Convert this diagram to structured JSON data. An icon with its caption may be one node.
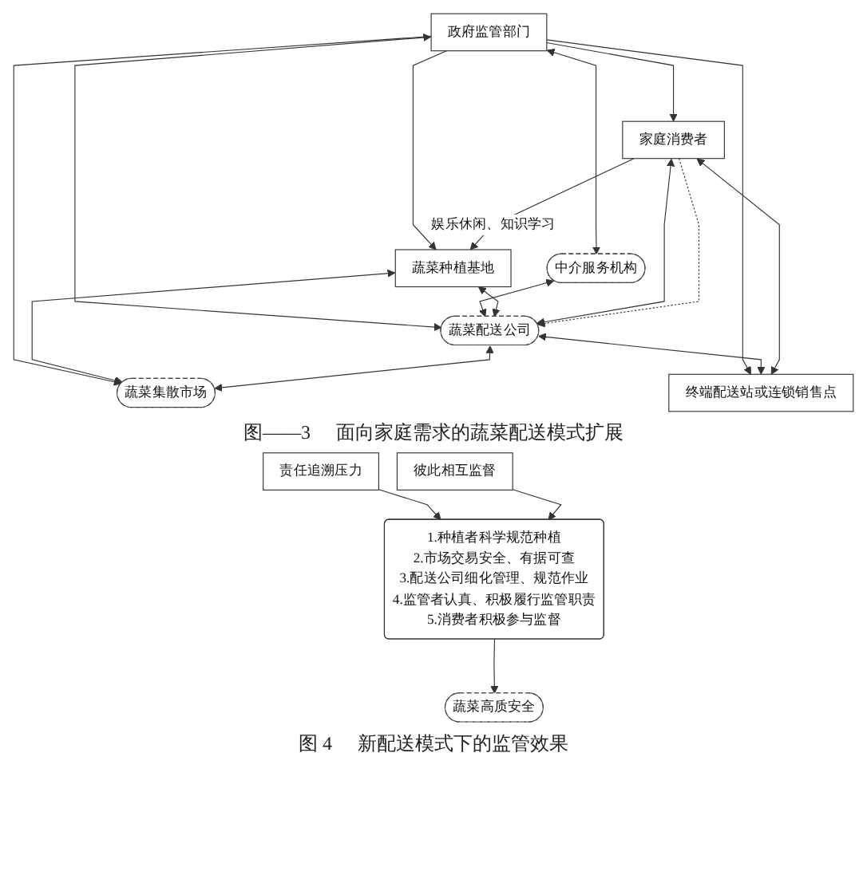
{
  "diagram": {
    "nodes": [
      {
        "text": [
          "政府监管部门"
        ]
      },
      {
        "text": [
          "中介服务机构"
        ]
      },
      {
        "text": [
          "蔬菜集散市场"
        ]
      },
      {
        "text": [
          "蔬菜种植基地"
        ]
      },
      {
        "text": [
          "蔬菜配送公司"
        ]
      },
      {
        "text": [
          "终端配送站或连锁销售点"
        ]
      },
      {
        "text": [
          "家庭消费者"
        ]
      },
      {
        "text": [
          "责任追溯压力"
        ]
      },
      {
        "text": [
          "1.种植者科学规范种植",
          "2.市场交易安全、有据可查",
          "3.配送公司细化管理、规范作业",
          "4.监管者认真、积极履行监管职责",
          "5.消费者积极参与监督"
        ]
      },
      {
        "text": [
          "彼此相互监督"
        ]
      },
      {
        "text": [
          "蔬菜高质安全"
        ]
      }
    ],
    "edges": [
      {
        "from": 0,
        "to": 1,
        "arrow": "both"
      },
      {
        "from": 0,
        "to": 4,
        "arrow": "both"
      },
      {
        "from": 1,
        "to": 4,
        "arrow": "both"
      },
      {
        "from": 0,
        "to": 3,
        "arrow": "to"
      },
      {
        "from": 0,
        "to": 2,
        "arrow": "to"
      },
      {
        "from": 0,
        "to": 5,
        "arrow": "to"
      },
      {
        "from": 0,
        "to": 6,
        "arrow": "to"
      },
      {
        "from": 3,
        "to": 2,
        "arrow": "both"
      },
      {
        "from": 4,
        "to": 2,
        "arrow": "both"
      },
      {
        "from": 3,
        "to": 4,
        "arrow": "both"
      },
      {
        "from": 4,
        "to": 5,
        "arrow": "both"
      },
      {
        "from": 6,
        "to": 5,
        "arrow": "both"
      },
      {
        "from": 6,
        "to": 4,
        "arrow": "both"
      },
      {
        "from": 6,
        "to": 3,
        "arrow": "to",
        "label": "娱乐休闲、知识学习"
      },
      {
        "from": 6,
        "to": 4,
        "arrow": "to",
        "style": "dashed"
      },
      {
        "from": 7,
        "to": 8,
        "arrow": "to"
      },
      {
        "from": 9,
        "to": 8,
        "arrow": "to"
      },
      {
        "from": 8,
        "to": 10,
        "arrow": "to"
      }
    ],
    "labels": [
      "图——3",
      "面向家庭需求的蔬菜配送模式扩展",
      "图 4",
      "新配送模式下的监管效果"
    ]
  }
}
